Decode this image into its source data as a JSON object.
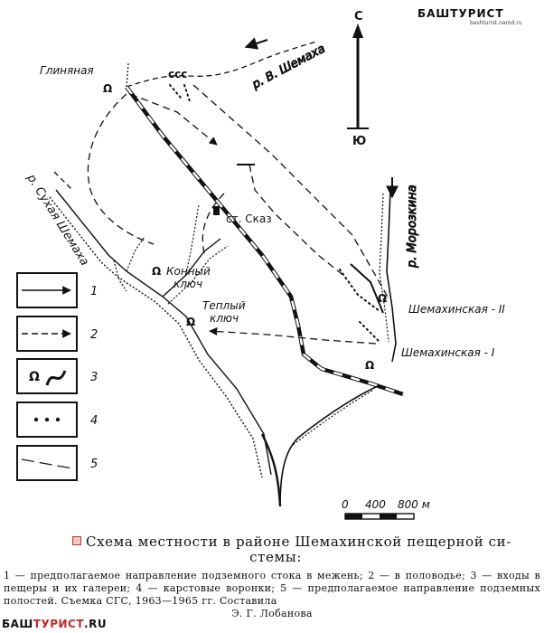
{
  "brand": {
    "top_name": "БАШТУРИСТ",
    "top_site": "bashturist.narod.ru",
    "bottom_prefix": "БАШ",
    "bottom_name": "ТУРИСТ",
    "bottom_suffix": ".RU",
    "accent_color": "#c62828"
  },
  "map": {
    "north_label": "С",
    "south_label": "Ю",
    "places": {
      "glinyanaya": "Глиняная",
      "station": "ст. Сказ",
      "konny_1": "Конный",
      "konny_2": "ключ",
      "teply_1": "Теплый",
      "teply_2": "ключ",
      "shem2": "Шемахинская - II",
      "shem1": "Шемахинская - I"
    },
    "rivers": {
      "v_shemakha": "р. В. Шемаха",
      "sukhaya": "р. Сухая Шемаха",
      "morozkina": "р. Морозкина"
    },
    "scale": {
      "t0": "0",
      "t1": "400",
      "t2": "800 м"
    },
    "legend": [
      {
        "num": "1",
        "symbol": "solid-arrow-line"
      },
      {
        "num": "2",
        "symbol": "dashed-arrow-line"
      },
      {
        "num": "3",
        "symbol": "cave-entrance-and-gallery"
      },
      {
        "num": "4",
        "symbol": "dotted-sinkholes"
      },
      {
        "num": "5",
        "symbol": "long-dashed-line"
      }
    ]
  },
  "caption": {
    "line1": "Схема местности в районе Шемахинской пещерной си-",
    "line2": "стемы:"
  },
  "notes": {
    "text": "1 — предполагаемое направление подземного стока в межень; 2 — в половодье; 3 — входы в пещеры и их галереи; 4 — карстовые воронки; 5 — предполагаемое направление подземных полостей. Съемка СГС, 1963—1965 гг. Составила",
    "author": "Э. Г. Лобанова"
  }
}
